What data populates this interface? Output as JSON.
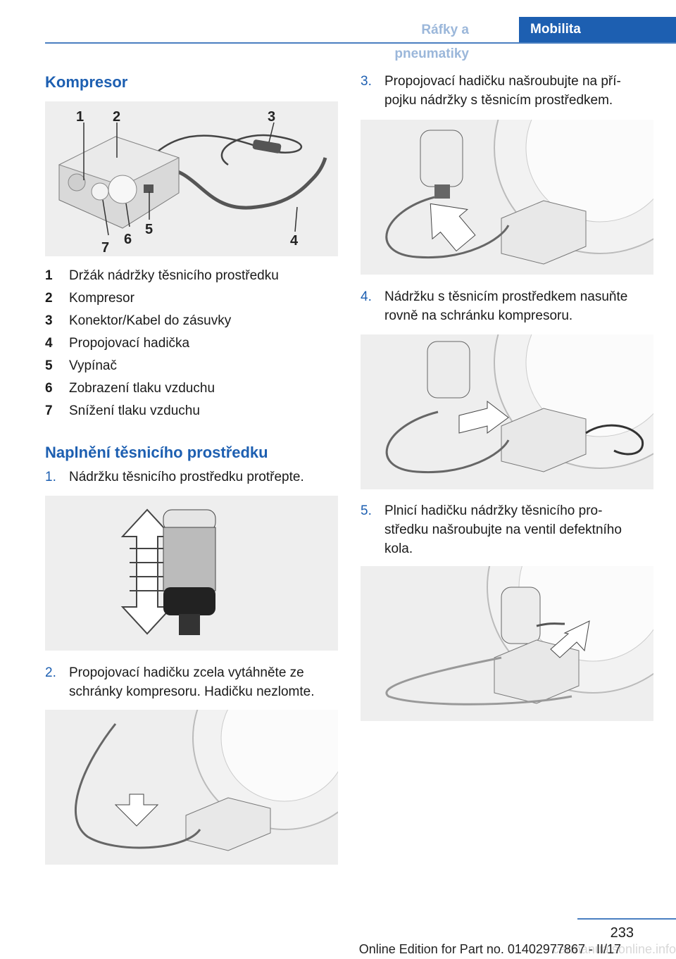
{
  "header": {
    "section": "Ráfky a pneumatiky",
    "tab": "Mobilita"
  },
  "compressor": {
    "title": "Kompresor",
    "callouts": [
      "1",
      "2",
      "3",
      "4",
      "5",
      "6",
      "7"
    ],
    "legend": [
      {
        "num": "1",
        "text": "Držák nádržky těsnicího prostředku"
      },
      {
        "num": "2",
        "text": "Kompresor"
      },
      {
        "num": "3",
        "text": "Konektor/Kabel do zásuvky"
      },
      {
        "num": "4",
        "text": "Propojovací hadička"
      },
      {
        "num": "5",
        "text": "Vypínač"
      },
      {
        "num": "6",
        "text": "Zobrazení tlaku vzduchu"
      },
      {
        "num": "7",
        "text": "Snížení tlaku vzduchu"
      }
    ]
  },
  "filling": {
    "title": "Naplnění těsnicího prostředku",
    "steps": [
      {
        "num": "1.",
        "lines": [
          "Nádržku těsnicího prostředku protřepte."
        ]
      },
      {
        "num": "2.",
        "lines": [
          "Propojovací hadičku zcela vytáhněte ze",
          "schránky kompresoru. Hadičku nezlomte."
        ]
      },
      {
        "num": "3.",
        "lines": [
          "Propojovací hadičku našroubujte na pří‐",
          "pojku nádržky s těsnicím prostředkem."
        ]
      },
      {
        "num": "4.",
        "lines": [
          "Nádržku s těsnicím prostředkem nasuňte",
          "rovně na schránku kompresoru."
        ]
      },
      {
        "num": "5.",
        "lines": [
          "Plnicí hadičku nádržky těsnicího pro‐",
          "středku našroubujte na ventil defektního",
          "kola."
        ]
      }
    ]
  },
  "footer": {
    "page": "233",
    "edition": "Online Edition for Part no. 01402977867 - II/17",
    "watermark": "carmanualsonline.info"
  }
}
